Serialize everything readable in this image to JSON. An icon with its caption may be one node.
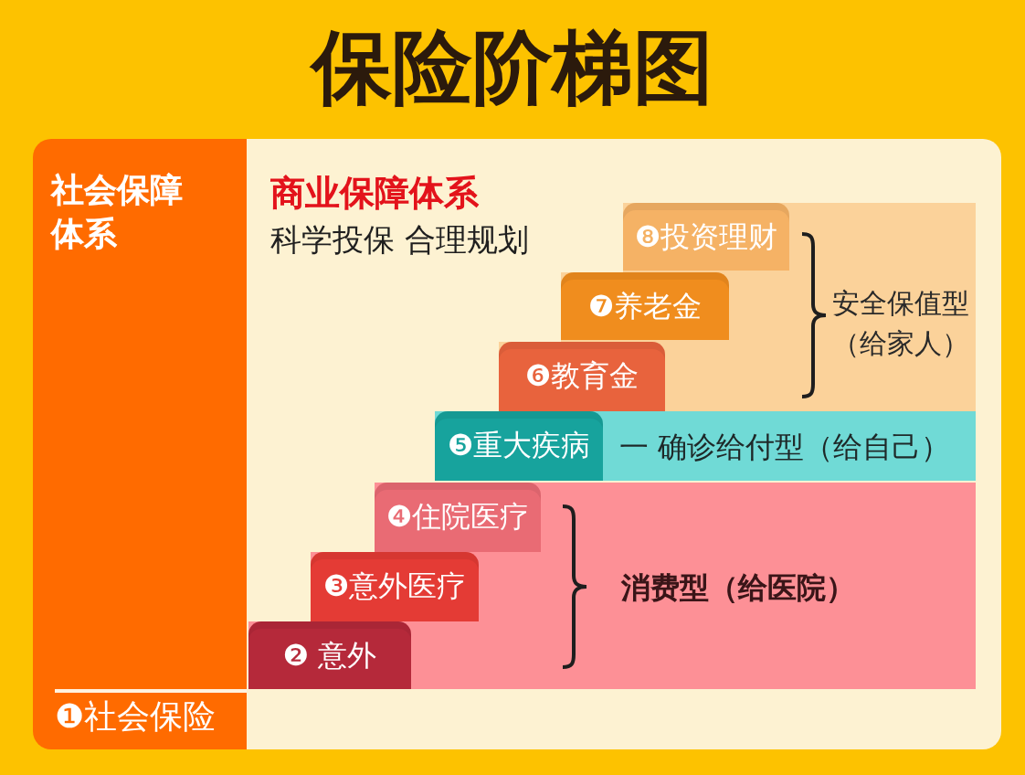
{
  "diagram": {
    "title": "保险阶梯图",
    "nodes": [
      {
        "text": [
          "社会保障体系",
          "❶社会保险"
        ]
      },
      {
        "text": [
          "商业保障体系",
          "科学投保 合理规划"
        ]
      },
      {
        "text": [
          "安全保值型（给家人）"
        ],
        "in": 1
      },
      {
        "text": [
          "❽投资理财"
        ],
        "in": 2
      },
      {
        "text": [
          "❼养老金"
        ],
        "in": 2
      },
      {
        "text": [
          "❻教育金"
        ],
        "in": 2
      },
      {
        "text": [
          "一 确诊给付型（给自己）"
        ],
        "in": 1
      },
      {
        "text": [
          "❺重大疾病"
        ],
        "in": 6
      },
      {
        "text": [
          "消费型（给医院）"
        ],
        "in": 1
      },
      {
        "text": [
          "❹住院医疗"
        ],
        "in": 8
      },
      {
        "text": [
          "❸意外医疗"
        ],
        "in": 8
      },
      {
        "text": [
          "❷ 意外"
        ],
        "in": 8
      }
    ]
  }
}
